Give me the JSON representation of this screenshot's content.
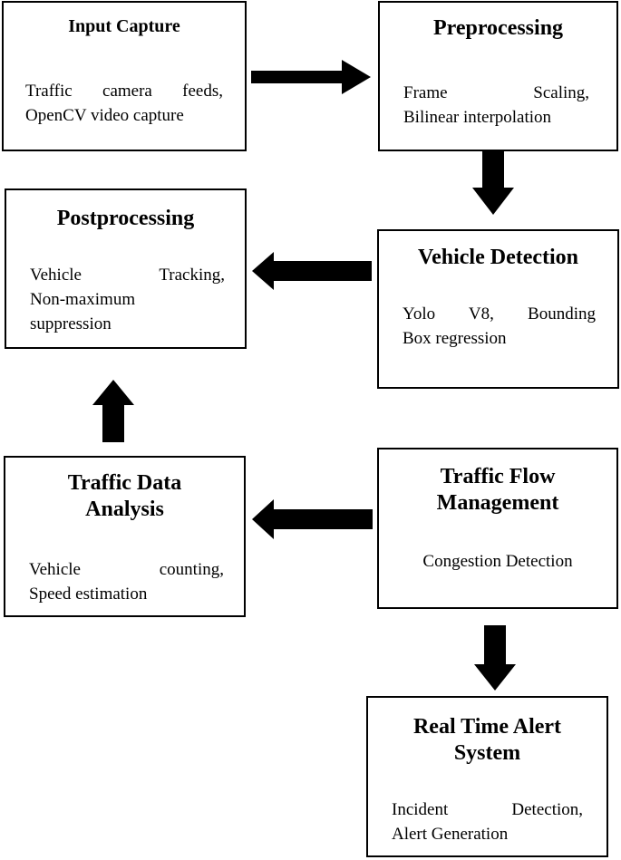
{
  "diagram": {
    "boxes": [
      {
        "id": "input-capture",
        "title_lines": [
          "Input Capture"
        ],
        "text_lines": [
          "Traffic camera feeds,",
          "OpenCV video capture"
        ]
      },
      {
        "id": "preprocessing",
        "title_lines": [
          "Preprocessing"
        ],
        "text_lines": [
          "Frame Scaling,",
          "Bilinear interpolation"
        ]
      },
      {
        "id": "vehicle-detection",
        "title_lines": [
          "Vehicle Detection"
        ],
        "text_lines": [
          "Yolo V8, Bounding",
          "Box regression"
        ]
      },
      {
        "id": "postprocessing",
        "title_lines": [
          "Postprocessing"
        ],
        "text_lines": [
          "Vehicle Tracking,",
          "Non-maximum",
          "suppression"
        ]
      },
      {
        "id": "traffic-flow-management",
        "title_lines": [
          "Traffic Flow",
          "Management"
        ],
        "text_lines": [
          "Congestion Detection"
        ]
      },
      {
        "id": "traffic-data-analysis",
        "title_lines": [
          "Traffic Data",
          "Analysis"
        ],
        "text_lines": [
          "Vehicle counting,",
          "Speed estimation"
        ]
      },
      {
        "id": "real-time-alert-system",
        "title_lines": [
          "Real Time Alert",
          "System"
        ],
        "text_lines": [
          "Incident Detection,",
          "Alert Generation"
        ]
      }
    ],
    "arrows": [
      {
        "from": "input-capture",
        "to": "preprocessing",
        "direction": "right"
      },
      {
        "from": "preprocessing",
        "to": "vehicle-detection",
        "direction": "down"
      },
      {
        "from": "vehicle-detection",
        "to": "postprocessing",
        "direction": "left"
      },
      {
        "from": "traffic-flow-management",
        "to": "traffic-data-analysis",
        "direction": "left"
      },
      {
        "from": "traffic-data-analysis",
        "to": "postprocessing",
        "direction": "up"
      },
      {
        "from": "traffic-flow-management",
        "to": "real-time-alert-system",
        "direction": "down"
      }
    ],
    "colors": {
      "border": "#000000",
      "arrow": "#000000",
      "background": "#ffffff"
    }
  }
}
